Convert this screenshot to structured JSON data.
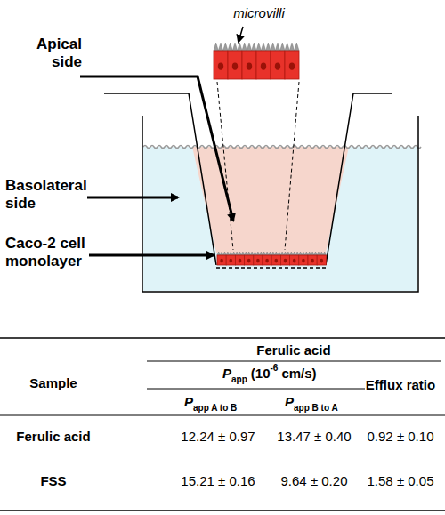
{
  "diagram": {
    "labels": [
      "microvilli",
      "Apical side",
      "Basolateral side",
      "Caco-2 cell monolayer",
      "Ferulic acid",
      "Sample",
      "P",
      "app",
      "(10",
      "-6",
      "cm/s)",
      "P",
      "app A to B",
      "P",
      "app B to A",
      "Efflux ratio",
      "Ferulic acid",
      "12.24 ± 0.97",
      "13.47 ± 0.40",
      "0.92 ± 0.10",
      "FSS",
      "15.21 ± 0.16",
      "9.64 ± 0.20",
      "1.58 ± 0.05"
    ]
  }
}
